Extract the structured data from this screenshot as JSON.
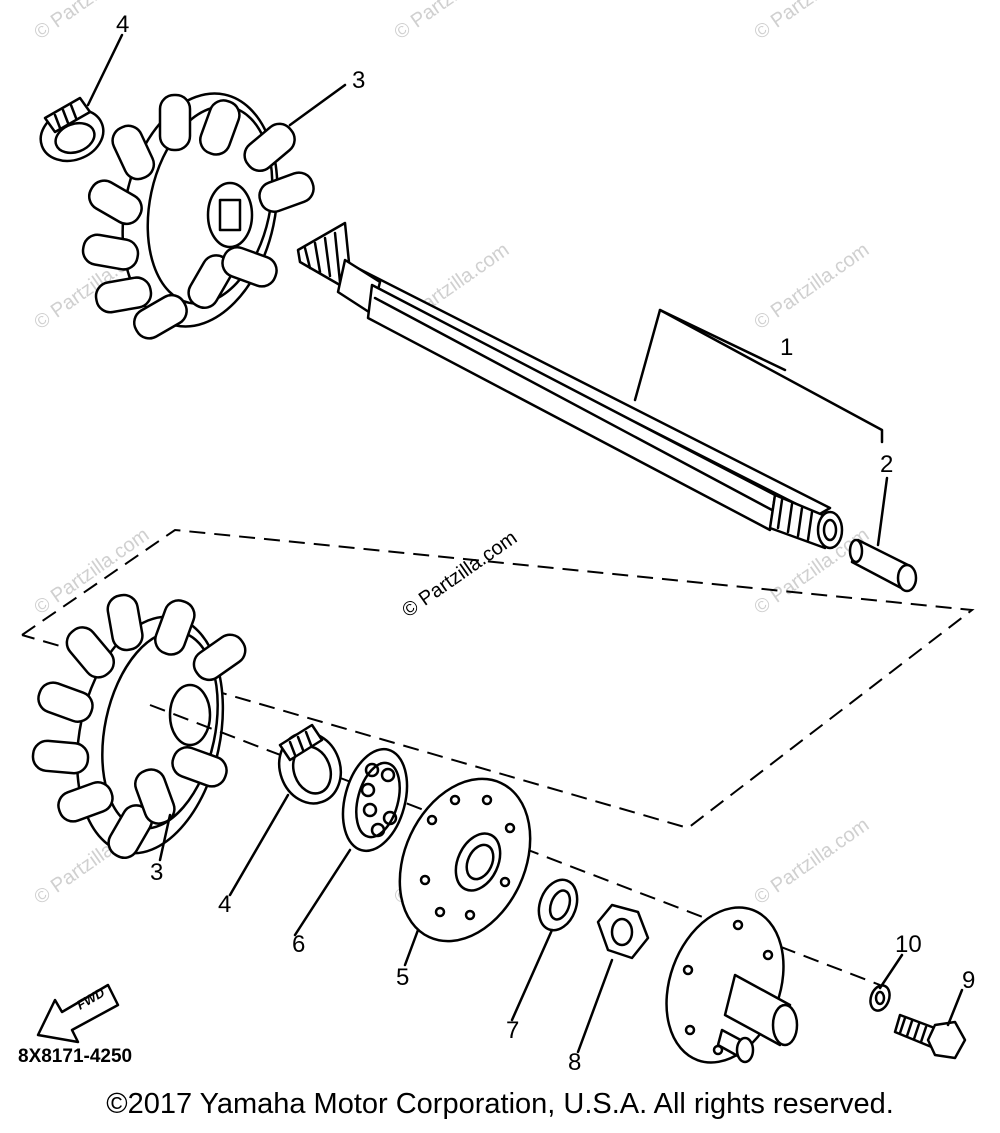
{
  "watermark": "© Partzilla.com",
  "part_number": "8X8171-4250",
  "fwd_label": "FWD",
  "copyright": "©2017 Yamaha Motor Corporation, U.S.A. All rights reserved.",
  "callouts": {
    "c1": "1",
    "c2": "2",
    "c3_top": "3",
    "c3_bottom": "3",
    "c4_top": "4",
    "c4_bottom": "4",
    "c5": "5",
    "c6": "6",
    "c7": "7",
    "c8": "8",
    "c9": "9",
    "c10": "10"
  }
}
